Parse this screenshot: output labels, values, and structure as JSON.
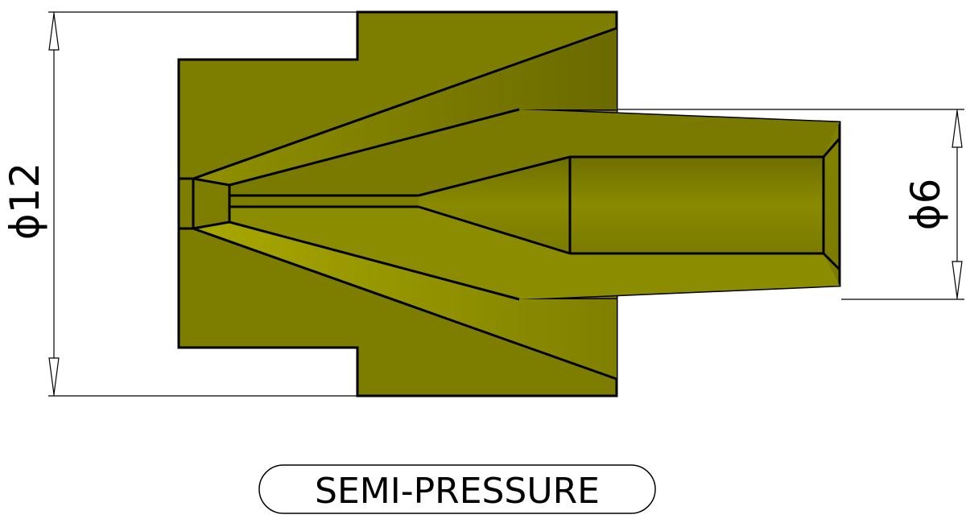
{
  "dimensions": {
    "outer_diameter": "ϕ12",
    "tip_diameter": "ϕ6"
  },
  "label": "SEMI-PRESSURE",
  "colors": {
    "body_fill": "#7d7d00",
    "body_light": "#a0a000",
    "body_dark": "#5c5c00",
    "line": "#000000"
  }
}
